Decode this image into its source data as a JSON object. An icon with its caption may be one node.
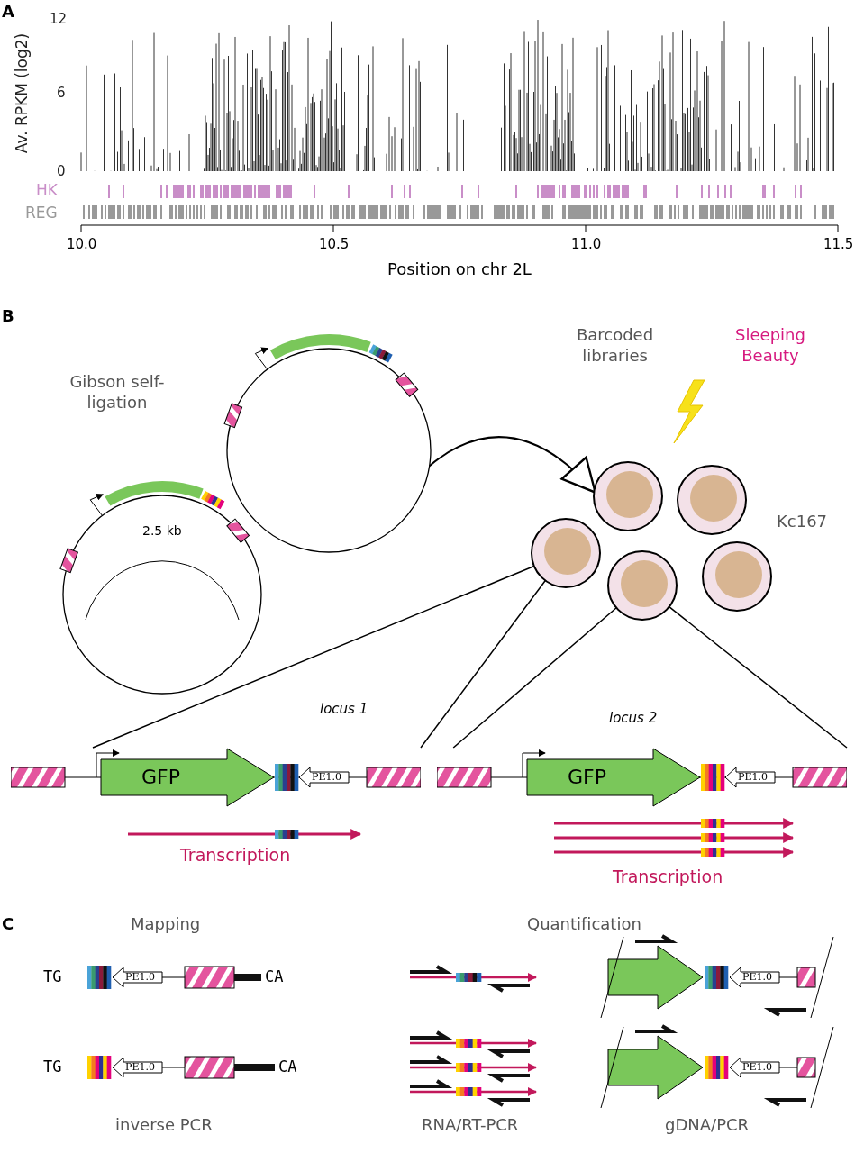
{
  "diagram": {
    "nodes": [
      {
        "text": [],
        "shape": "circle"
      },
      {
        "text": [
          "2.5 kb"
        ]
      },
      {
        "text": [],
        "shape": "circle"
      },
      {
        "text": [],
        "shape": "circle"
      },
      {
        "text": [],
        "shape": "circle"
      },
      {
        "text": [],
        "shape": "circle"
      },
      {
        "text": [],
        "shape": "circle"
      },
      {
        "text": [
          "GFP",
          "PE1.0"
        ]
      },
      {
        "text": [
          "GFP",
          "PE1.0"
        ]
      }
    ],
    "edges": [
      {
        "from": 0,
        "to": 3,
        "arrow": "to"
      },
      {
        "from": 2,
        "to": 7,
        "arrow": "none"
      },
      {
        "from": 2,
        "to": 7,
        "arrow": "none"
      },
      {
        "from": 4,
        "to": 8,
        "arrow": "none"
      },
      {
        "from": 4,
        "to": 8,
        "arrow": "none"
      }
    ],
    "labels": [
      "A",
      "12",
      "6",
      "0",
      "Av. RPKM (log2)",
      "HK",
      "REG",
      "10.0",
      "10.5",
      "11.0",
      "11.5",
      "Position on chr 2L",
      "B",
      "Gibson self-ligation",
      "Barcoded libraries",
      "Sleeping Beauty",
      "Kc167",
      "locus 1",
      "Transcription",
      "locus 2",
      "Transcription",
      "C",
      "Mapping",
      "Quantification",
      "TG",
      "PE1.0",
      "CA",
      "TG",
      "PE1.0",
      "CA",
      "PE1.0",
      "PE1.0",
      "inverse PCR",
      "RNA/RT-PCR",
      "gDNA/PCR"
    ]
  }
}
